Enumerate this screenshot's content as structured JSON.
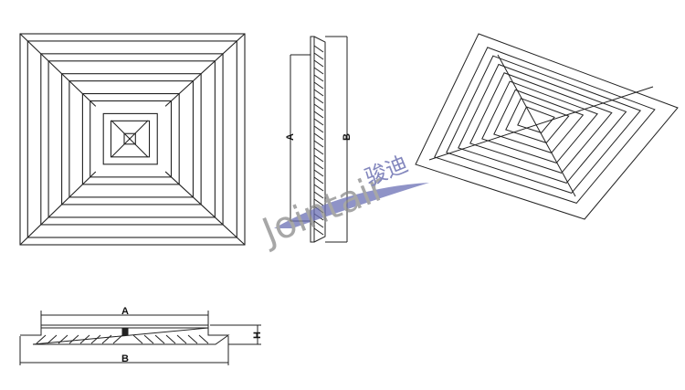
{
  "views": {
    "front": {
      "name": "front-view"
    },
    "side": {
      "label_a": "A",
      "label_b": "B"
    },
    "isometric": {
      "name": "isometric-view"
    },
    "section": {
      "label_a": "A",
      "label_b": "B",
      "label_h": "H"
    }
  },
  "watermark": {
    "text_latin": "Jointair",
    "text_cn": "骏迪",
    "color": "#5a5fa8"
  },
  "colors": {
    "line": "#222222",
    "background": "#ffffff"
  }
}
